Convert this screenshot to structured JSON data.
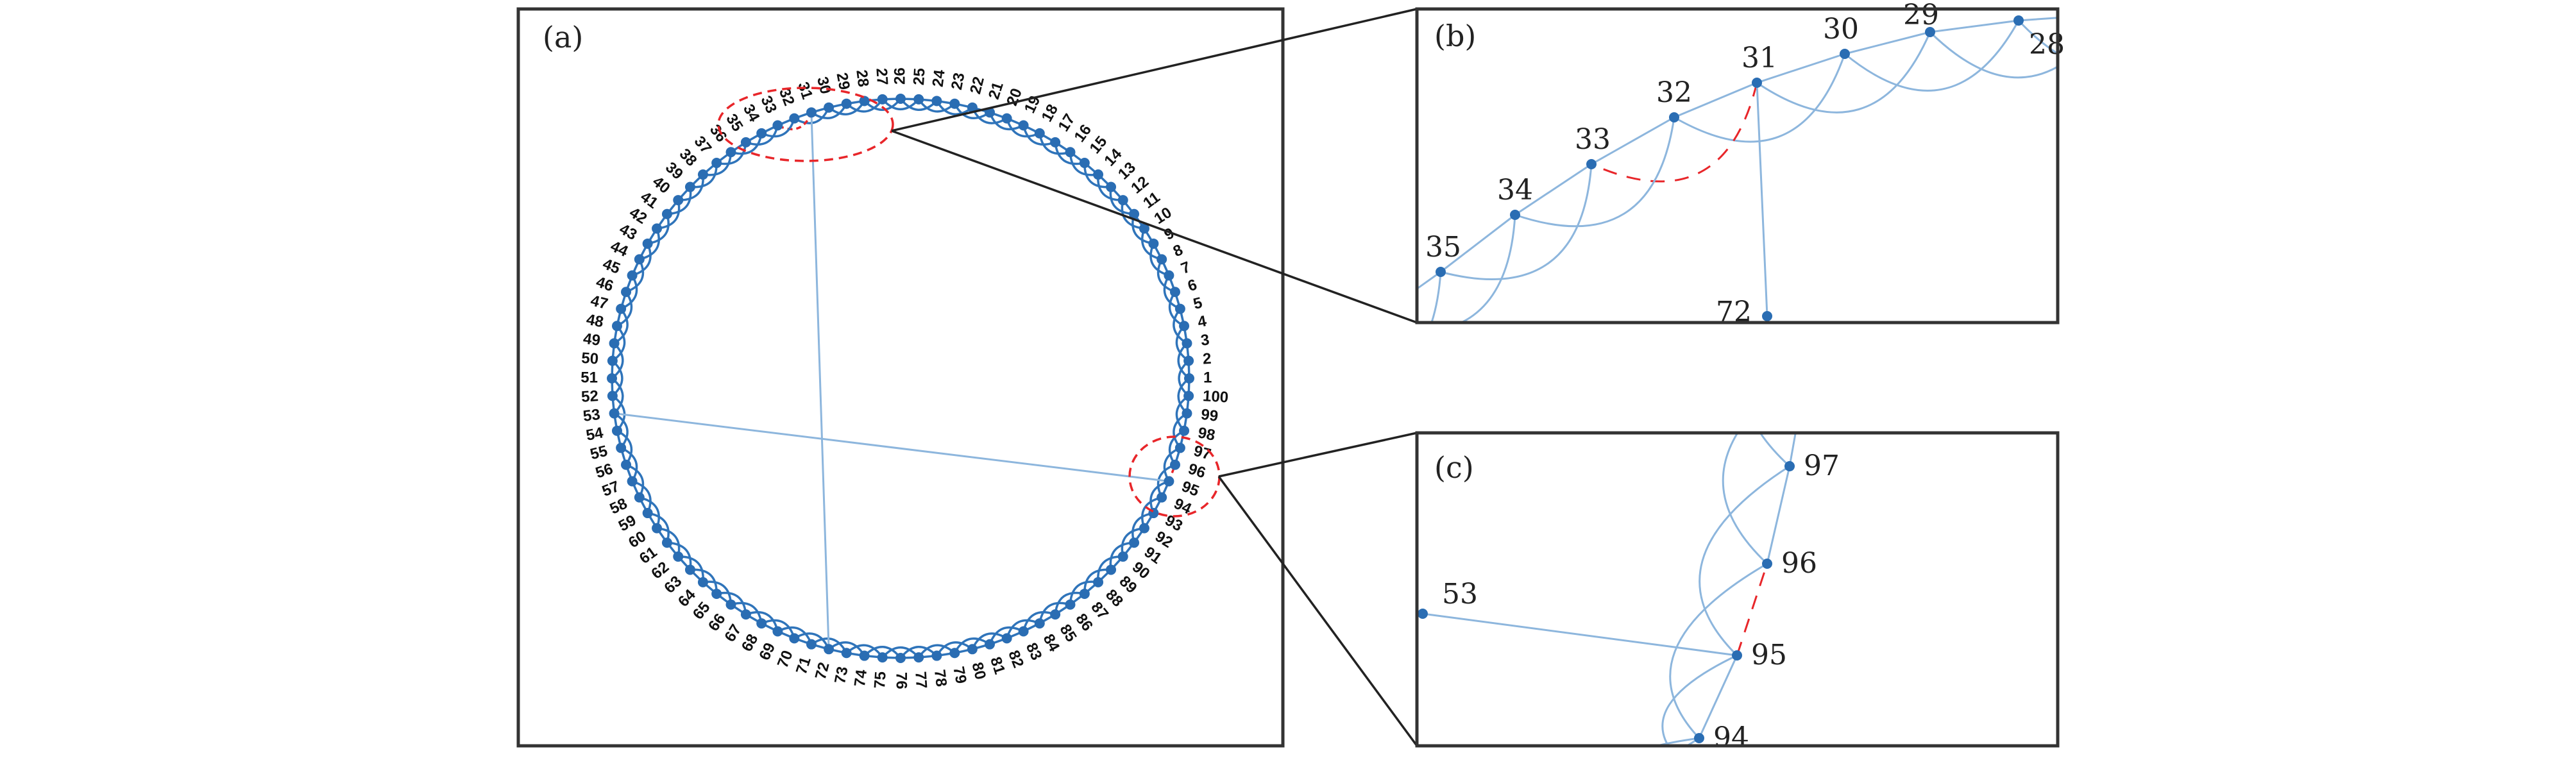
{
  "panels": {
    "a": {
      "label": "(a)"
    },
    "b": {
      "label": "(b)"
    },
    "c": {
      "label": "(c)"
    }
  },
  "network": {
    "node_count": 100,
    "node_labels": [
      "1",
      "2",
      "3",
      "4",
      "5",
      "6",
      "7",
      "8",
      "9",
      "10",
      "11",
      "12",
      "13",
      "14",
      "15",
      "16",
      "17",
      "18",
      "19",
      "20",
      "21",
      "22",
      "23",
      "24",
      "25",
      "26",
      "27",
      "28",
      "29",
      "30",
      "31",
      "32",
      "33",
      "34",
      "35",
      "36",
      "37",
      "38",
      "39",
      "40",
      "41",
      "42",
      "43",
      "44",
      "45",
      "46",
      "47",
      "48",
      "49",
      "50",
      "51",
      "52",
      "53",
      "54",
      "55",
      "56",
      "57",
      "58",
      "59",
      "60",
      "61",
      "62",
      "63",
      "64",
      "65",
      "66",
      "67",
      "68",
      "69",
      "70",
      "71",
      "72",
      "73",
      "74",
      "75",
      "76",
      "77",
      "78",
      "79",
      "80",
      "81",
      "82",
      "83",
      "84",
      "85",
      "86",
      "87",
      "88",
      "89",
      "90",
      "91",
      "92",
      "93",
      "94",
      "95",
      "96",
      "97",
      "98",
      "99",
      "100"
    ],
    "neighbor_range": 2,
    "rewired_edges": [
      [
        31,
        72
      ],
      [
        53,
        95
      ]
    ],
    "removed_edges": [
      [
        33,
        31
      ],
      [
        95,
        96
      ]
    ]
  },
  "zoom_b": {
    "node_labels": [
      "35",
      "34",
      "33",
      "32",
      "31",
      "30",
      "29",
      "28",
      "72"
    ]
  },
  "zoom_c": {
    "node_labels": [
      "97",
      "96",
      "95",
      "94",
      "53"
    ]
  },
  "colors": {
    "node": "#2a6db3",
    "ring_edge": "#2f74ba",
    "zoom_edge": "#8db6dd",
    "removed_edge": "#e8262a",
    "frame": "#333333"
  }
}
